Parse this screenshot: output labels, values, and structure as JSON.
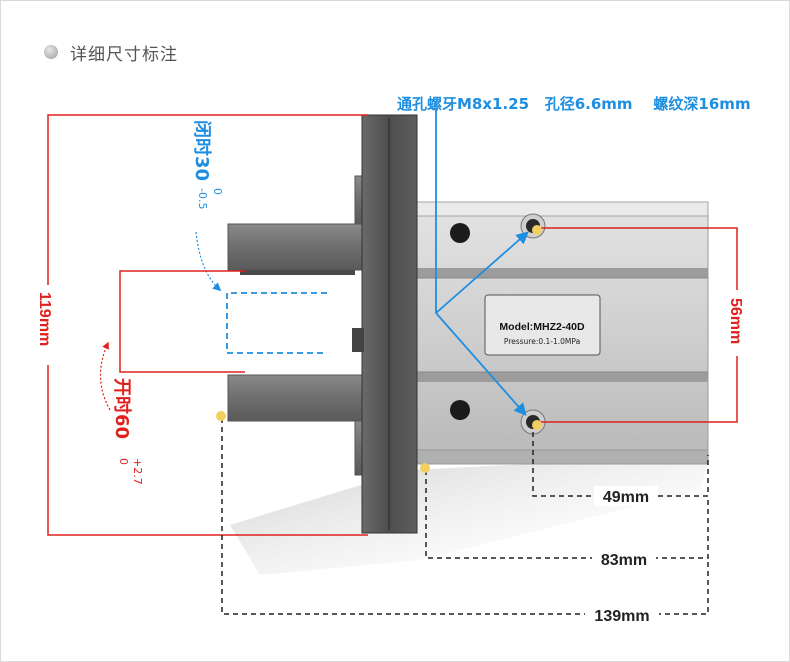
{
  "header": {
    "title": "详细尺寸标注"
  },
  "callout": {
    "thread_note": "通孔螺牙M8x1.25   孔径6.6mm    螺纹深16mm"
  },
  "closed": {
    "label": "闭时30",
    "tol_upper": "0",
    "tol_lower": "-0.5"
  },
  "open": {
    "label": "开时60",
    "tol_upper": "+2.7",
    "tol_lower": "0"
  },
  "dimensions": {
    "height": "119mm",
    "hole_spacing": "56mm",
    "d1": "49mm",
    "d2": "83mm",
    "d3": "139mm"
  },
  "nameplate": {
    "model": "Model:MHZ2-40D",
    "pressure": "Pressure:0.1-1.0MPa"
  },
  "colors": {
    "red": "#e0201c",
    "blue": "#1e8ee0",
    "dark": "#222222",
    "yellow": "#f2d060"
  }
}
